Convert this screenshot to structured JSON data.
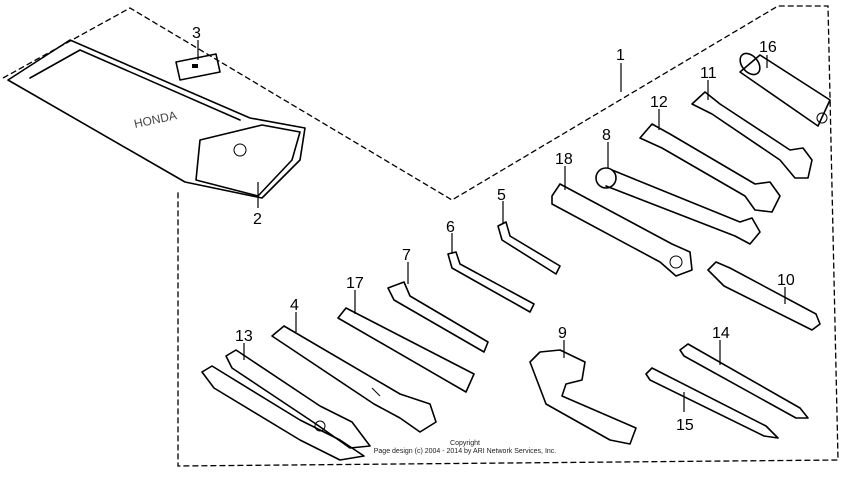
{
  "callouts": {
    "c1": "1",
    "c2": "2",
    "c3": "3",
    "c4": "4",
    "c5": "5",
    "c6": "6",
    "c7": "7",
    "c8": "8",
    "c9": "9",
    "c10": "10",
    "c11": "11",
    "c12": "12",
    "c13": "13",
    "c14": "14",
    "c15": "15",
    "c16": "16",
    "c17": "17",
    "c18": "18"
  },
  "copyright": {
    "line1": "Copyright",
    "line2": "Page design (c) 2004 - 2014 by ARI Network Services, Inc."
  }
}
